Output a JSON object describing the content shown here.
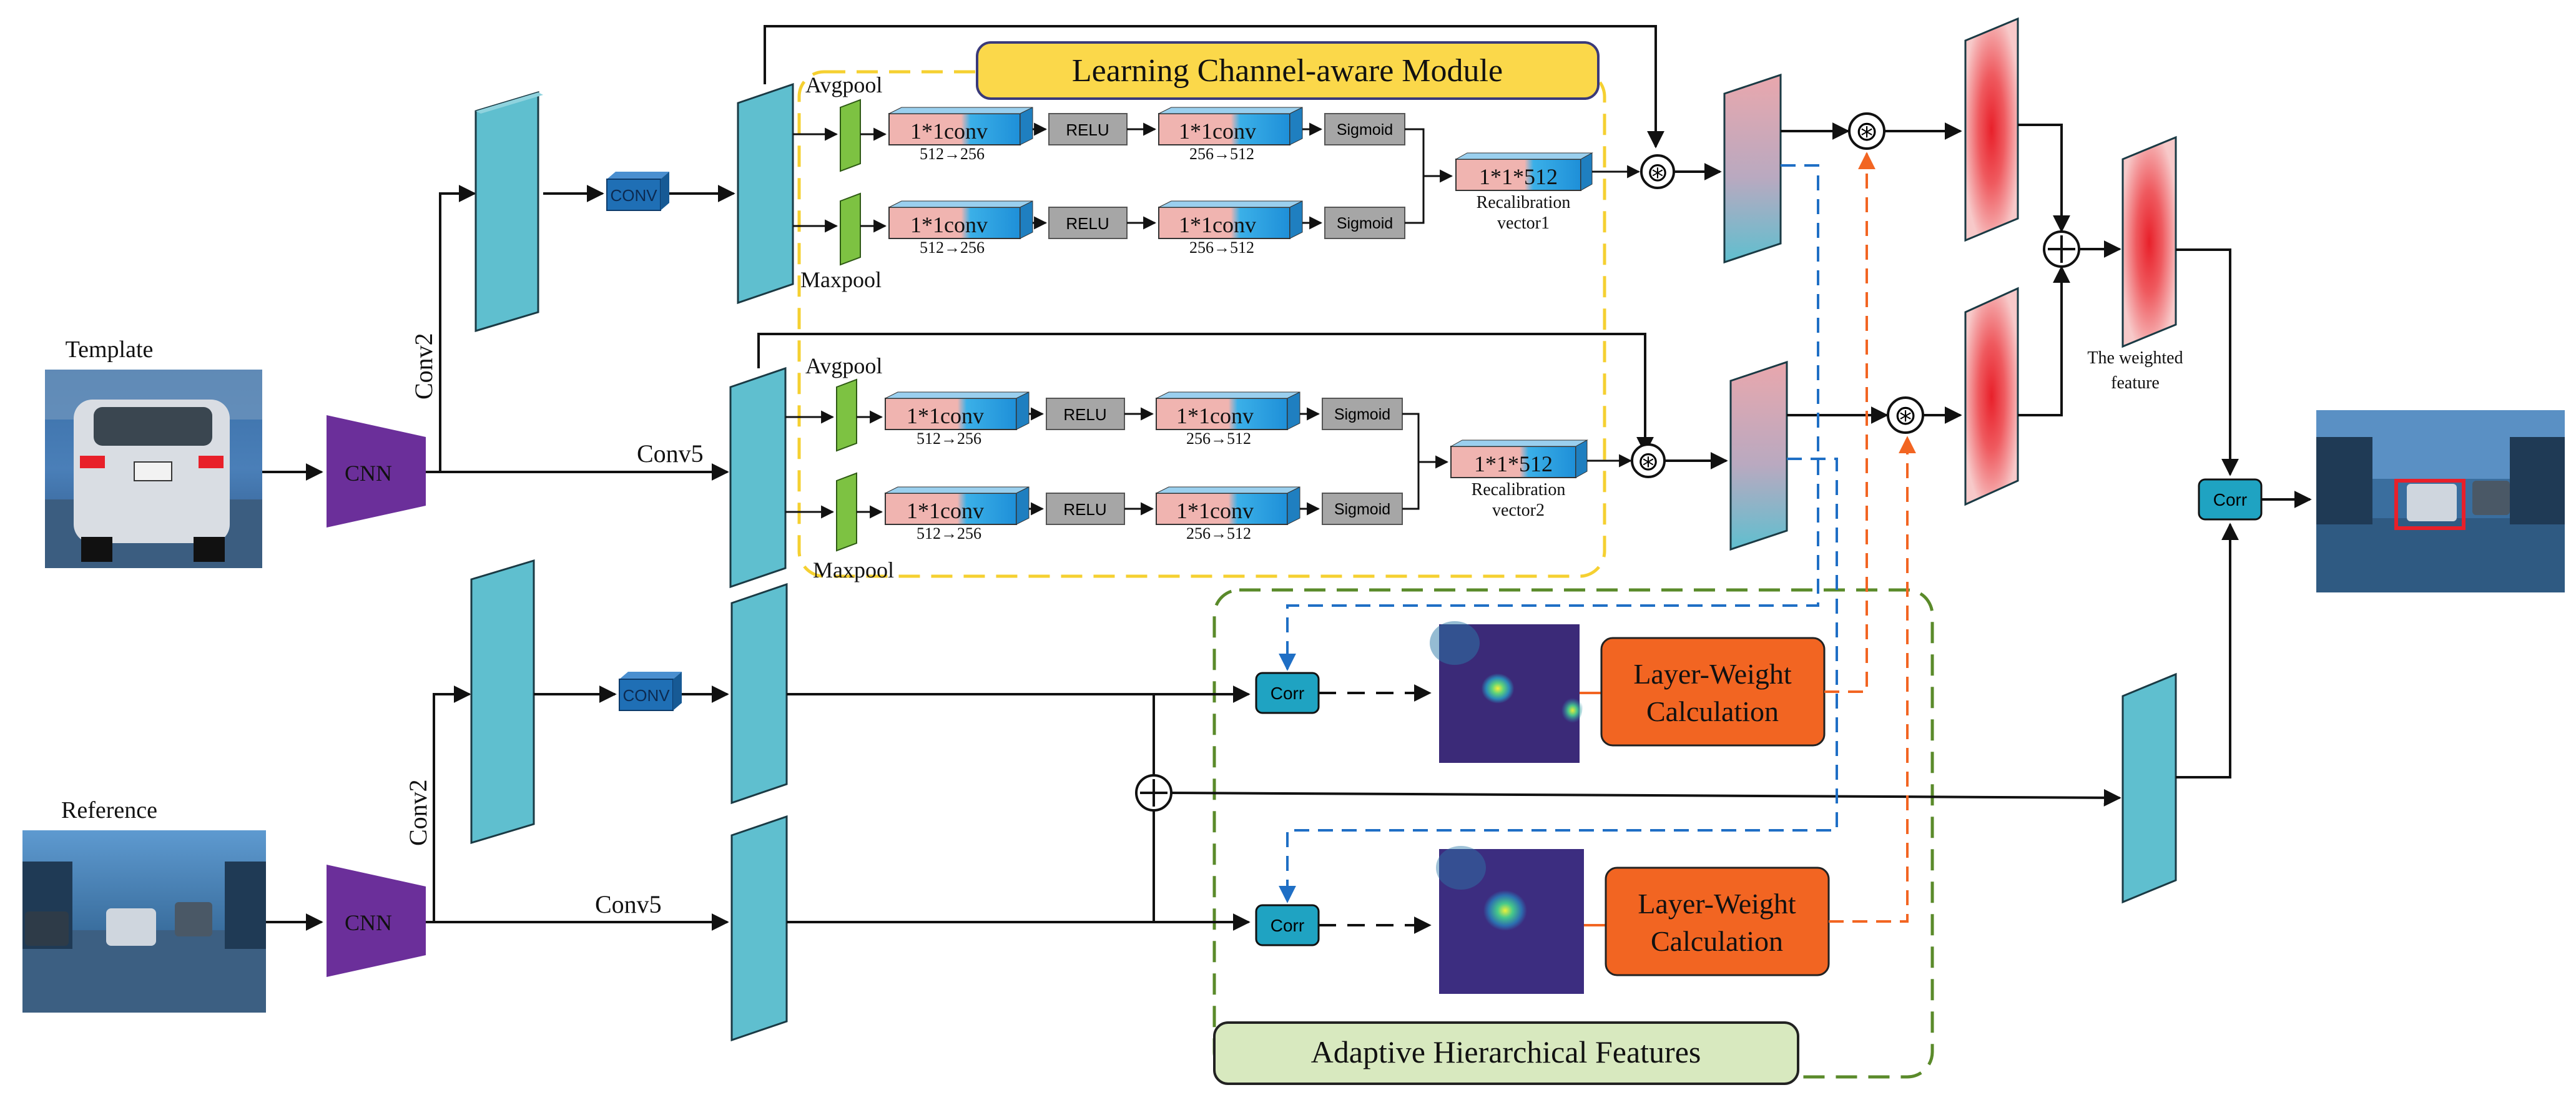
{
  "inputs": {
    "template_label": "Template",
    "reference_label": "Reference"
  },
  "backbone": {
    "cnn_label": "CNN",
    "conv2_label": "Conv2",
    "conv5_label": "Conv5",
    "conv_block_label": "CONV"
  },
  "module": {
    "title": "Learning Channel-aware Module",
    "avgpool_label": "Avgpool",
    "maxpool_label": "Maxpool",
    "conv1_label": "1*1conv",
    "conv1_dims_down": "512→256",
    "conv1_dims_up": "256→512",
    "relu_label": "RELU",
    "sigmoid_label": "Sigmoid",
    "vector_label": "1*1*512",
    "recal1_line1": "Recalibration",
    "recal1_line2": "vector1",
    "recal2_line1": "Recalibration",
    "recal2_line2": "vector2"
  },
  "symbols": {
    "conv_op": "⊛",
    "sum_op": "⊕"
  },
  "weighted": {
    "line1": "The weighted",
    "line2": "feature"
  },
  "hierarchical": {
    "title": "Adaptive Hierarchical Features",
    "corr_label": "Corr",
    "layer_weight_line1": "Layer-Weight",
    "layer_weight_line2": "Calculation"
  },
  "colors": {
    "feature_teal": "#5fbfcf",
    "cnn_purple": "#6b2f9a",
    "conv_blue": "#1f6fb5",
    "pool_green": "#7dc242",
    "relu_gray": "#a6a6a6",
    "orange": "#f26522",
    "module_border": "#f5d031",
    "module_title_bg": "#fbd84a",
    "hier_border": "#5a8a2a",
    "hier_title_bg": "#d8e9bf",
    "corr_teal": "#1fa3c2",
    "heat_red": "#e8202a",
    "blue_dash": "#1f6fc5",
    "orange_dash": "#f26522"
  }
}
